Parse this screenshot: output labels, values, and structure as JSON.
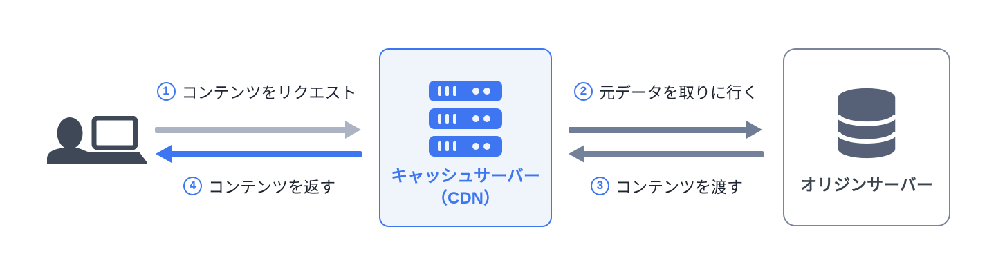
{
  "colors": {
    "accent_blue": "#3D76F0",
    "cache_box_bg": "#F0F5FC",
    "cache_border": "#3D76F0",
    "origin_border": "#7A849B",
    "slate_arrow": "#6F7D97",
    "light_gray_arrow": "#ACB3C2",
    "blue_arrow": "#3D76F0",
    "label_text": "#1E2430",
    "user_icon_color": "#3E4857",
    "database_icon_color": "#566177"
  },
  "nodes": {
    "user": {
      "icon": "user-laptop-icon"
    },
    "cache": {
      "icon": "server-stack-icon",
      "title_line1": "キャッシュサーバー",
      "title_line2": "（CDN）"
    },
    "origin": {
      "icon": "database-icon",
      "title": "オリジンサーバー"
    }
  },
  "flows": {
    "request": {
      "number": "1",
      "label": "コンテンツをリクエスト",
      "direction": "user to cache"
    },
    "fetch_origin": {
      "number": "2",
      "label": "元データを取りに行く",
      "direction": "cache to origin"
    },
    "deliver_to_cache": {
      "number": "3",
      "label": "コンテンツを渡す",
      "direction": "origin to cache"
    },
    "return_content": {
      "number": "4",
      "label": "コンテンツを返す",
      "direction": "cache to user"
    }
  }
}
